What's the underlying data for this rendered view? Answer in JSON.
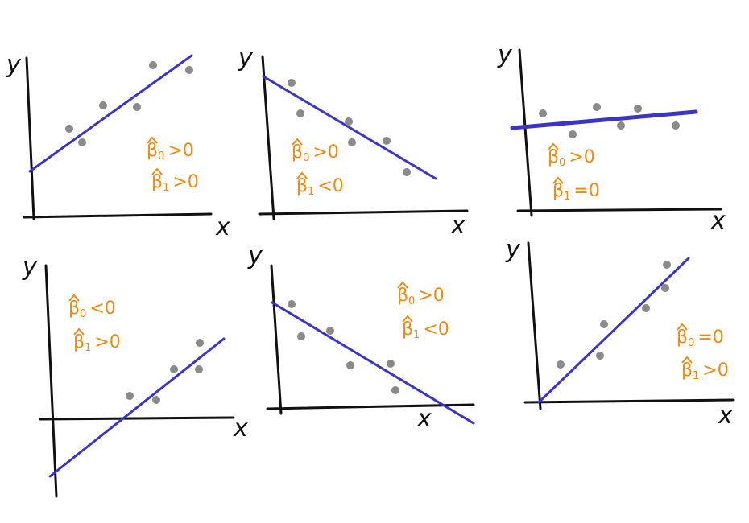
{
  "panels": [
    {
      "id": "p1",
      "x_label": "x",
      "y_label": "y",
      "beta0": {
        "symbol": "β",
        "subscript": "0",
        "relation": ">",
        "value": "0"
      },
      "beta1": {
        "symbol": "β",
        "subscript": "1",
        "relation": ">",
        "value": "0"
      }
    },
    {
      "id": "p2",
      "x_label": "x",
      "y_label": "y",
      "beta0": {
        "symbol": "β",
        "subscript": "0",
        "relation": ">",
        "value": "0"
      },
      "beta1": {
        "symbol": "β",
        "subscript": "1",
        "relation": "<",
        "value": "0"
      }
    },
    {
      "id": "p3",
      "x_label": "x",
      "y_label": "y",
      "beta0": {
        "symbol": "β",
        "subscript": "0",
        "relation": ">",
        "value": "0"
      },
      "beta1": {
        "symbol": "β",
        "subscript": "1",
        "relation": "=",
        "value": "0"
      }
    },
    {
      "id": "p4",
      "x_label": "x",
      "y_label": "y",
      "beta0": {
        "symbol": "β",
        "subscript": "0",
        "relation": "<",
        "value": "0"
      },
      "beta1": {
        "symbol": "β",
        "subscript": "1",
        "relation": ">",
        "value": "0"
      }
    },
    {
      "id": "p5",
      "x_label": "x",
      "y_label": "y",
      "beta0": {
        "symbol": "β",
        "subscript": "0",
        "relation": ">",
        "value": "0"
      },
      "beta1": {
        "symbol": "β",
        "subscript": "1",
        "relation": "<",
        "value": "0"
      }
    },
    {
      "id": "p6",
      "x_label": "x",
      "y_label": "y",
      "beta0": {
        "symbol": "β",
        "subscript": "0",
        "relation": "=",
        "value": "0"
      },
      "beta1": {
        "symbol": "β",
        "subscript": "1",
        "relation": ">",
        "value": "0"
      }
    }
  ],
  "colors": {
    "regression_line": "#3a35c4",
    "data_points": "#8a8a8a",
    "annotations": "#f08a12",
    "axes": "#111111"
  }
}
